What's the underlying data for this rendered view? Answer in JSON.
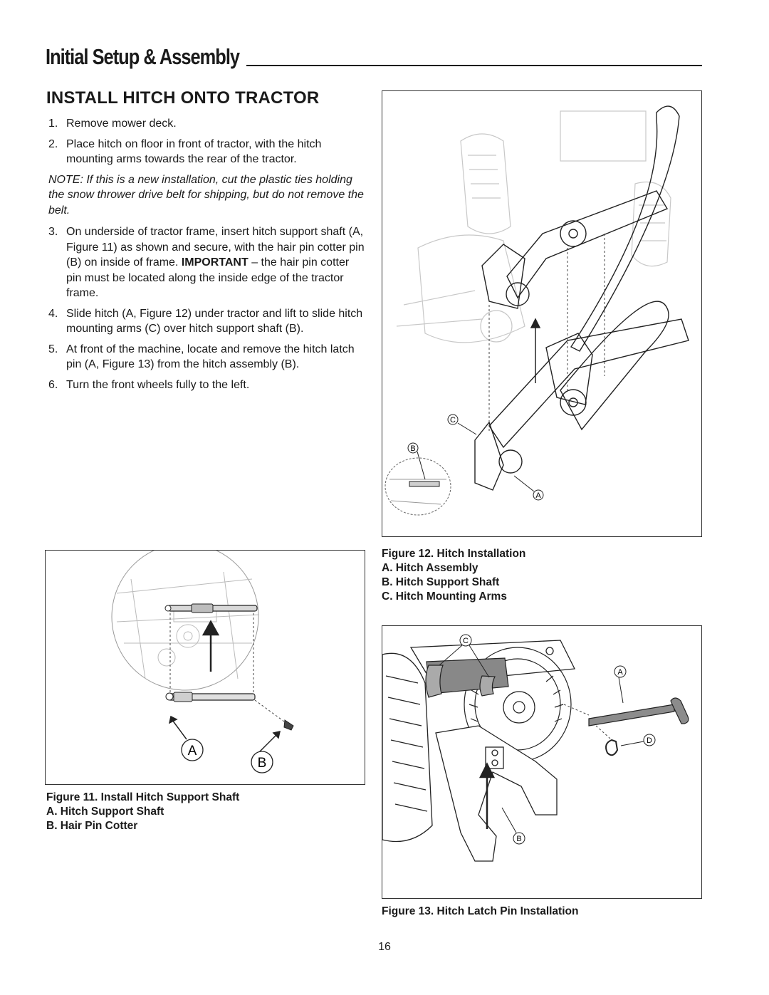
{
  "header": {
    "title": "Initial Setup & Assembly"
  },
  "section": {
    "title": "INSTALL HITCH ONTO TRACTOR"
  },
  "steps_a": [
    {
      "num": "1.",
      "text": "Remove mower deck."
    },
    {
      "num": "2.",
      "text": "Place hitch on floor in front of tractor, with the hitch mounting arms towards the rear of the tractor."
    }
  ],
  "note": "NOTE: If this is a new installation, cut the plastic ties holding the snow thrower drive belt for shipping, but do not remove the belt.",
  "step3": {
    "num": "3.",
    "text_before": "On underside of tractor frame, insert hitch support shaft (A, Figure 11) as shown and secure, with the hair pin cotter pin (B) on inside of frame. ",
    "important": "IMPORTANT",
    "text_after": " – the hair pin cotter pin must be located along the inside edge of the tractor frame."
  },
  "steps_b": [
    {
      "num": "4.",
      "text": "Slide hitch (A, Figure 12) under tractor and lift to slide hitch mounting arms (C) over hitch support shaft (B)."
    },
    {
      "num": "5.",
      "text": "At front of the machine, locate and remove the hitch latch pin (A, Figure 13) from the hitch assembly (B)."
    },
    {
      "num": "6.",
      "text": "Turn the front wheels fully to the left."
    }
  ],
  "figure11": {
    "callouts": {
      "a": "A",
      "b": "B"
    },
    "caption": {
      "title": "Figure 11.  Install Hitch Support Shaft",
      "a": "A.  Hitch Support Shaft",
      "b": "B.  Hair Pin Cotter"
    }
  },
  "figure12": {
    "callouts": {
      "a": "A",
      "b": "B",
      "c": "C"
    },
    "caption": {
      "title": "Figure 12.  Hitch Installation",
      "a": "A.  Hitch Assembly",
      "b": "B.  Hitch Support Shaft",
      "c": "C.  Hitch Mounting Arms"
    }
  },
  "figure13": {
    "callouts": {
      "a": "A",
      "b": "B",
      "c": "C",
      "d": "D"
    },
    "caption": {
      "title": "Figure 13.  Hitch Latch Pin Installation"
    }
  },
  "page_number": "16"
}
